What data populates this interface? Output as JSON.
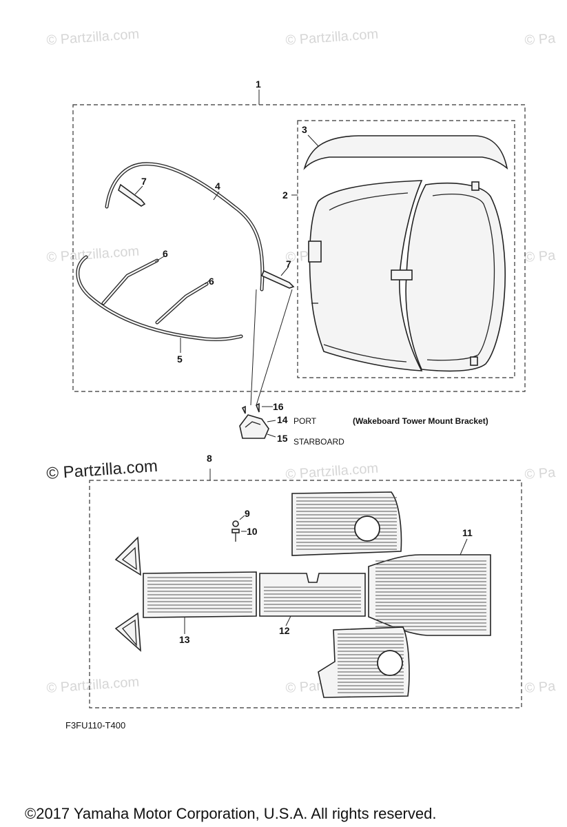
{
  "watermarks": [
    {
      "text": "© Partzilla.com"
    },
    {
      "text": "© Partzilla.com"
    },
    {
      "text": "© Pa"
    },
    {
      "text": "© Partzilla.com"
    },
    {
      "text": "© Partzilla.com"
    },
    {
      "text": "© Pa"
    },
    {
      "text": "© Partzilla.com"
    },
    {
      "text": "© Partzilla.com"
    },
    {
      "text": "© Pa"
    },
    {
      "text": "© Partzilla.com"
    },
    {
      "text": "© Partzilla.com"
    },
    {
      "text": "© Pa"
    }
  ],
  "callouts": {
    "c1": "1",
    "c2": "2",
    "c3": "3",
    "c4": "4",
    "c5": "5",
    "c6a": "6",
    "c6b": "6",
    "c7a": "7",
    "c7b": "7",
    "c8": "8",
    "c9": "9",
    "c10": "10",
    "c11": "11",
    "c12": "12",
    "c13": "13",
    "c14": "14",
    "c15": "15",
    "c16": "16"
  },
  "notes": {
    "port": "PORT",
    "starboard": "STARBOARD",
    "bracket": "(Wakeboard Tower Mount Bracket)"
  },
  "diagram_code": "F3FU110-T400",
  "copyright": "©2017  Yamaha Motor Corporation, U.S.A. All rights reserved."
}
